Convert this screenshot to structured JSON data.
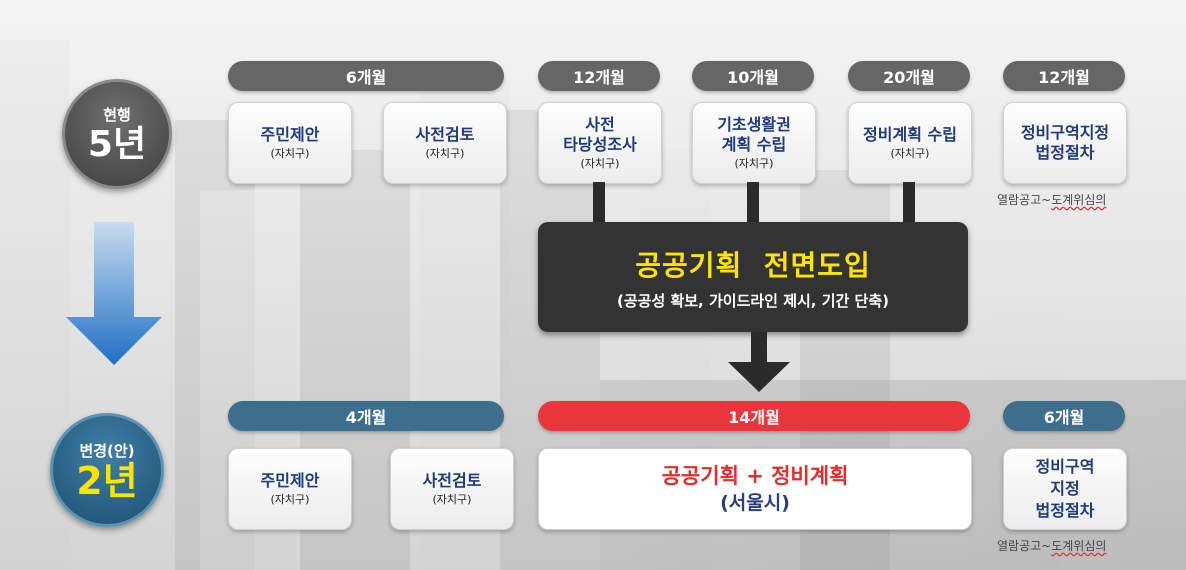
{
  "current": {
    "label": "현행",
    "years": "5년"
  },
  "changed": {
    "label": "변경(안)",
    "years": "2년"
  },
  "top_durations": [
    "6개월",
    "12개월",
    "10개월",
    "20개월",
    "12개월"
  ],
  "top_steps": [
    {
      "title": "주민제안",
      "sub": "(자치구)"
    },
    {
      "title": "사전검토",
      "sub": "(자치구)"
    },
    {
      "title": "사전\n타당성조사",
      "sub": "(자치구)"
    },
    {
      "title": "기초생활권\n계획 수립",
      "sub": "(자치구)"
    },
    {
      "title": "정비계획 수립",
      "sub": "(자치구)"
    },
    {
      "title": "정비구역지정\n법정절차",
      "sub": ""
    }
  ],
  "top_note": "열람공고~",
  "top_note_wavy": "도계위심의",
  "center": {
    "title": "공공기획  전면도입",
    "sub": "(공공성 확보, 가이드라인 제시, 기간 단축)"
  },
  "bottom_durations": [
    "4개월",
    "14개월",
    "6개월"
  ],
  "bottom_steps": [
    {
      "title": "주민제안",
      "sub": "(자치구)"
    },
    {
      "title": "사전검토",
      "sub": "(자치구)"
    },
    {
      "title": "공공기획 + 정비계획",
      "sub": "(서울시)"
    },
    {
      "title": "정비구역\n지정\n법정절차",
      "sub": ""
    }
  ],
  "bottom_note": "열람공고~",
  "bottom_note_wavy": "도계위심의",
  "colors": {
    "gray_pill": "#666666",
    "blue_pill": "#3e6e8d",
    "red_pill": "#e8363b",
    "accent_yellow": "#ffe400",
    "center_box": "#333333"
  }
}
